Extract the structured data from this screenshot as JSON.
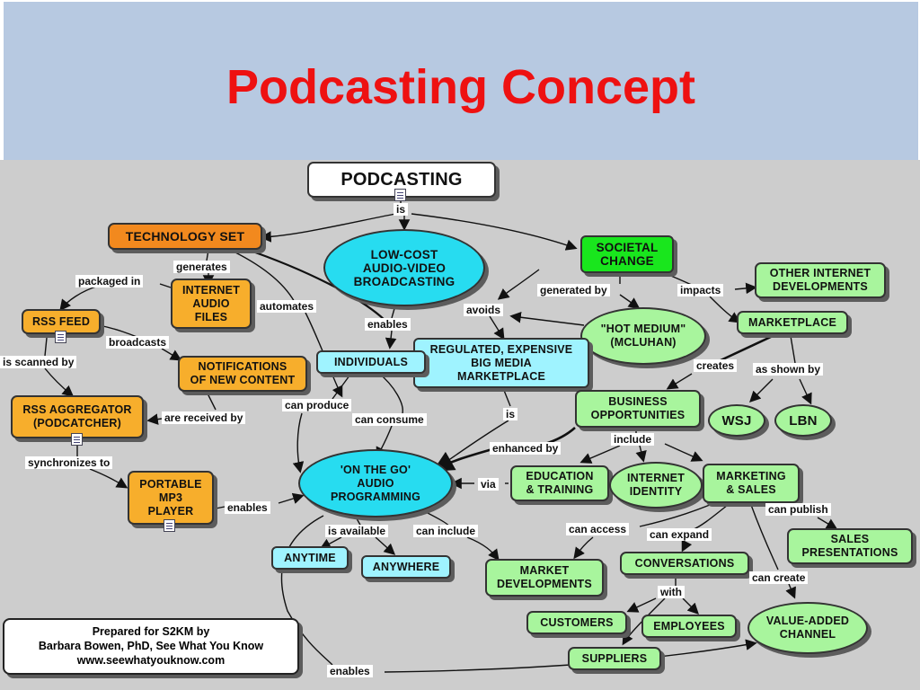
{
  "title": "Podcasting Concept",
  "nodes": {
    "podcasting": "PODCASTING",
    "technology_set": "TECHNOLOGY SET",
    "low_cost": "LOW-COST\nAUDIO-VIDEO\nBROADCASTING",
    "societal_change": "SOCIETAL\nCHANGE",
    "internet_audio_files": "INTERNET\nAUDIO\nFILES",
    "other_internet": "OTHER INTERNET\nDEVELOPMENTS",
    "rss_feed": "RSS FEED",
    "hot_medium": "\"HOT MEDIUM\"\n(MCLUHAN)",
    "marketplace": "MARKETPLACE",
    "regulated": "REGULATED, EXPENSIVE\nBIG MEDIA\nMARKETPLACE",
    "individuals": "INDIVIDUALS",
    "notifications": "NOTIFICATIONS\nOF NEW CONTENT",
    "rss_aggregator": "RSS AGGREGATOR\n(PODCATCHER)",
    "business_opportunities": "BUSINESS\nOPPORTUNITIES",
    "wsj": "WSJ",
    "lbn": "LBN",
    "on_the_go": "'ON THE GO'\nAUDIO\nPROGRAMMING",
    "education": "EDUCATION\n& TRAINING",
    "internet_identity": "INTERNET\nIDENTITY",
    "marketing_sales": "MARKETING\n& SALES",
    "portable_mp3": "PORTABLE\nMP3\nPLAYER",
    "sales_presentations": "SALES\nPRESENTATIONS",
    "anytime": "ANYTIME",
    "anywhere": "ANYWHERE",
    "market_developments": "MARKET\nDEVELOPMENTS",
    "conversations": "CONVERSATIONS",
    "customers": "CUSTOMERS",
    "employees": "EMPLOYEES",
    "value_added": "VALUE-ADDED\nCHANNEL",
    "suppliers": "SUPPLIERS"
  },
  "links": {
    "is_top": "is",
    "generates": "generates",
    "packaged_in": "packaged in",
    "automates": "automates",
    "generated_by": "generated by",
    "impacts": "impacts",
    "avoids": "avoids",
    "enables_top": "enables",
    "broadcasts": "broadcasts",
    "is_scanned_by": "is scanned by",
    "creates": "creates",
    "as_shown_by": "as shown by",
    "can_produce": "can produce",
    "can_consume": "can consume",
    "are_received_by": "are received by",
    "is_mid": "is",
    "include": "include",
    "enhanced_by": "enhanced by",
    "synchronizes_to": "synchronizes to",
    "via": "via",
    "enables_mid": "enables",
    "can_publish": "can publish",
    "is_available": "is available",
    "can_include": "can include",
    "can_access": "can access",
    "can_expand": "can expand",
    "can_create": "can create",
    "with": "with",
    "enables_bottom": "enables"
  },
  "credit": {
    "line1": "Prepared for S2KM by",
    "line2": "Barbara  Bowen, PhD, See What You Know",
    "line3": "www.seewhatyouknow.com"
  }
}
